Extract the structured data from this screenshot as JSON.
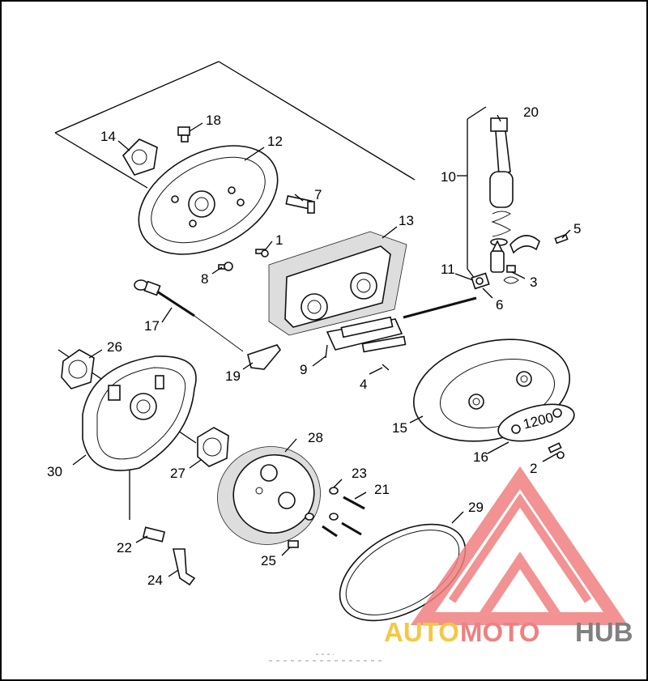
{
  "diagram": {
    "callouts": [
      "1",
      "2",
      "3",
      "4",
      "5",
      "6",
      "7",
      "8",
      "9",
      "10",
      "11",
      "12",
      "13",
      "14",
      "15",
      "16",
      "17",
      "18",
      "19",
      "20",
      "21",
      "22",
      "23",
      "24",
      "25",
      "26",
      "27",
      "28",
      "29",
      "30"
    ],
    "badge_text": "1200"
  },
  "watermark": {
    "brand_a": "AUTO",
    "brand_b": "MOTO",
    "brand_c": "HUB",
    "color_primary": "#f08080",
    "color_secondary": "#f5c842",
    "color_tertiary": "#808080"
  }
}
